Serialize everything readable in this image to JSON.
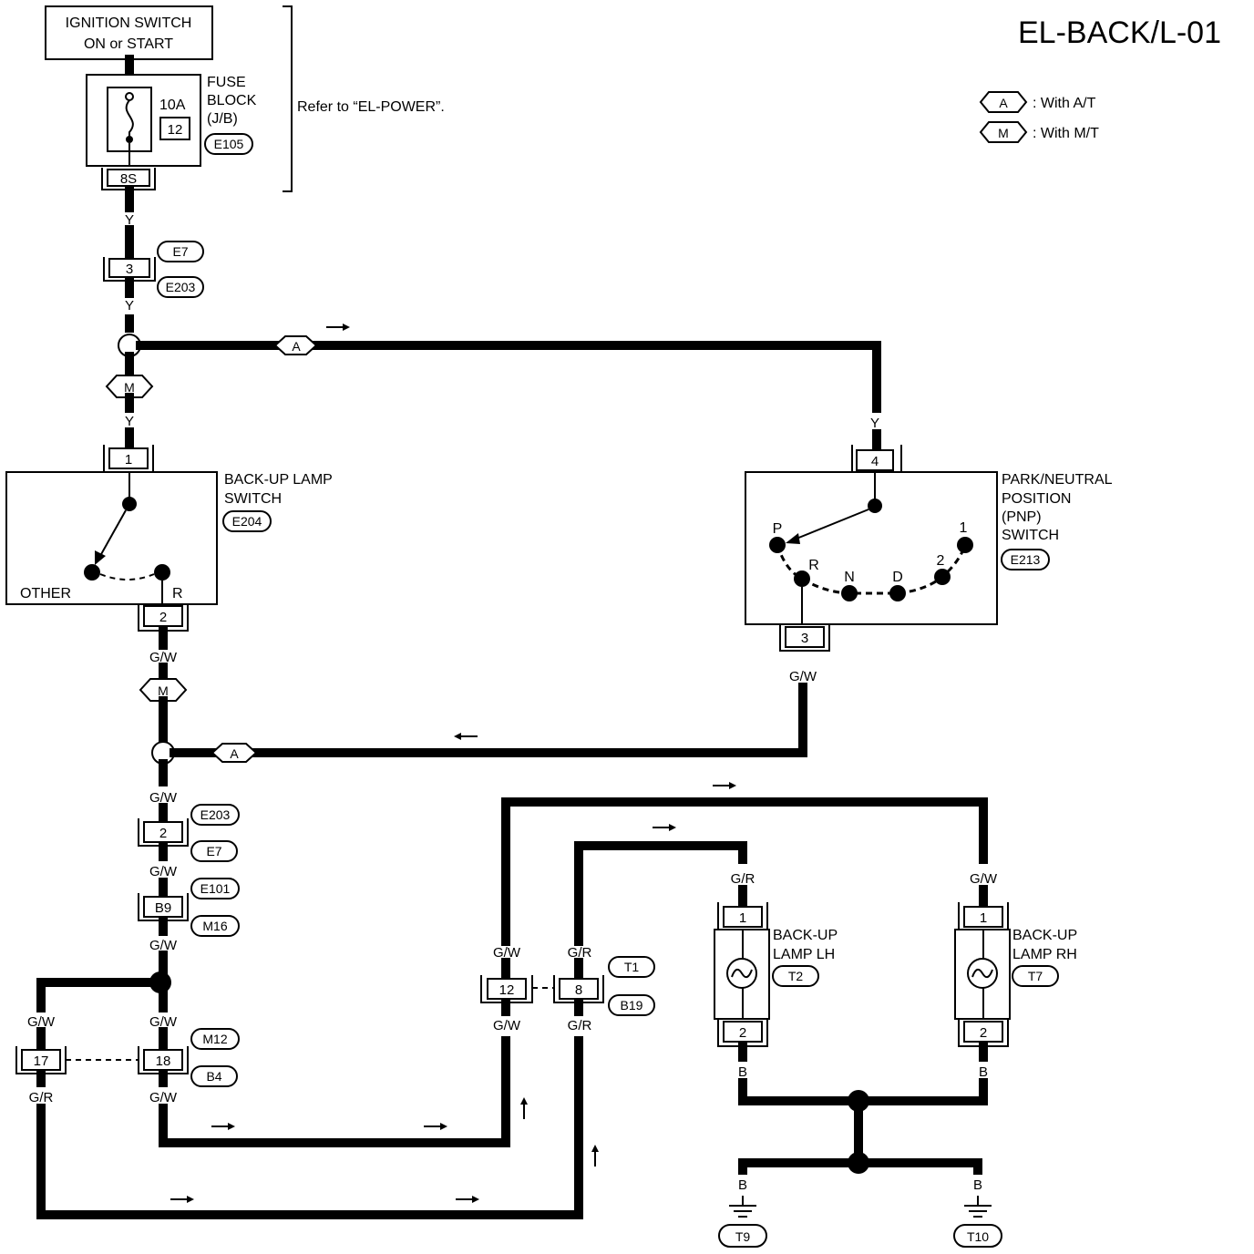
{
  "title": "EL-BACK/L-01",
  "legend": {
    "a_code": "A",
    "a_text": ": With A/T",
    "m_code": "M",
    "m_text": ": With M/T"
  },
  "ignition": {
    "line1": "IGNITION SWITCH",
    "line2": "ON or START"
  },
  "fuse_block": {
    "line1": "FUSE",
    "line2": "BLOCK",
    "line3": "(J/B)",
    "rating": "10A",
    "fuse_no": "12",
    "connector": "E105",
    "terminal": "8S"
  },
  "refer_note": "Refer to “EL-POWER”.",
  "harness_top": {
    "wire_y1": "Y",
    "pin": "3",
    "conn1": "E7",
    "conn2": "E203",
    "wire_y2": "Y",
    "wire_y3": "Y"
  },
  "at_tag": "A",
  "mt_tag": "M",
  "backup_switch": {
    "line1": "BACK-UP LAMP",
    "line2": "SWITCH",
    "connector": "E204",
    "pin_in": "1",
    "pin_out": "2",
    "pos_other": "OTHER",
    "pos_r": "R"
  },
  "pnp_switch": {
    "line1": "PARK/NEUTRAL",
    "line2": "POSITION",
    "line3": "(PNP)",
    "line4": "SWITCH",
    "connector": "E213",
    "pin_in": "4",
    "pin_out": "3",
    "wire_in": "Y",
    "wire_out": "G/W",
    "pos_p": "P",
    "pos_r": "R",
    "pos_n": "N",
    "pos_d": "D",
    "pos_2": "2",
    "pos_1": "1"
  },
  "left_chain": {
    "w1": "G/W",
    "w2": "G/W",
    "pin2": "2",
    "c_e203": "E203",
    "c_e7": "E7",
    "w3": "G/W",
    "pin_b9": "B9",
    "c_e101": "E101",
    "c_m16": "M16",
    "w4": "G/W",
    "w5": "G/W",
    "w6": "G/W",
    "pin17": "17",
    "pin18": "18",
    "c_m12": "M12",
    "c_b4": "B4",
    "w7": "G/R",
    "w8": "G/W"
  },
  "mid_chain": {
    "w_gw_top": "G/W",
    "w_gw_bot": "G/W",
    "pin12": "12",
    "w_gr_top": "G/R",
    "w_gr_bot": "G/R",
    "pin8": "8",
    "c_t1": "T1",
    "c_b19": "B19"
  },
  "lamp_lh": {
    "line1": "BACK-UP",
    "line2": "LAMP LH",
    "connector": "T2",
    "wire_in": "G/R",
    "wire_out": "B",
    "pin1": "1",
    "pin2": "2"
  },
  "lamp_rh": {
    "line1": "BACK-UP",
    "line2": "LAMP RH",
    "connector": "T7",
    "wire_in": "G/W",
    "wire_out": "B",
    "pin1": "1",
    "pin2": "2"
  },
  "grounds": {
    "w_left": "B",
    "w_right": "B",
    "g_left": "T9",
    "g_right": "T10"
  }
}
